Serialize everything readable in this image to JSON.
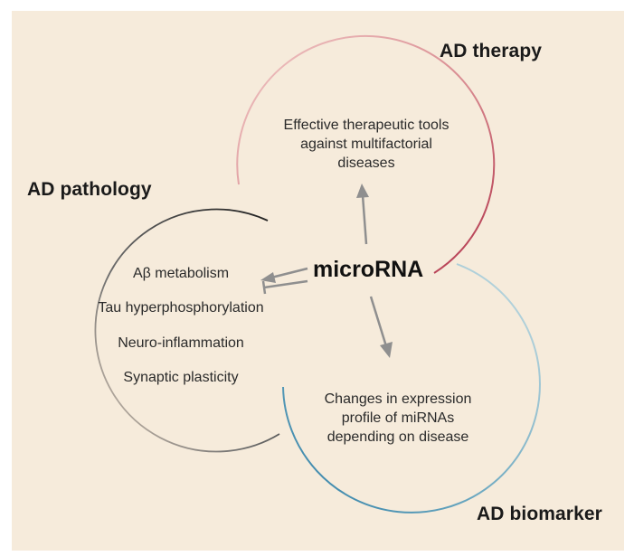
{
  "colors": {
    "background": "#f6ebdb",
    "therapy_arc": "#c0505f",
    "pathology_arc": "#2a2a2a",
    "biomarker_arc": "#3f8fb0",
    "arrow": "#8f8f8f",
    "text": "#1a1a1a"
  },
  "center": {
    "label": "microRNA"
  },
  "therapy": {
    "title": "AD therapy",
    "lines": [
      "Effective therapeutic tools",
      "against multifactorial",
      "diseases"
    ]
  },
  "pathology": {
    "title": "AD pathology",
    "items": [
      "Aβ metabolism",
      "Tau hyperphosphorylation",
      "Neuro-inflammation",
      "Synaptic plasticity"
    ]
  },
  "biomarker": {
    "title": "AD biomarker",
    "lines": [
      "Changes in expression",
      "profile of miRNAs",
      "depending on disease"
    ]
  }
}
